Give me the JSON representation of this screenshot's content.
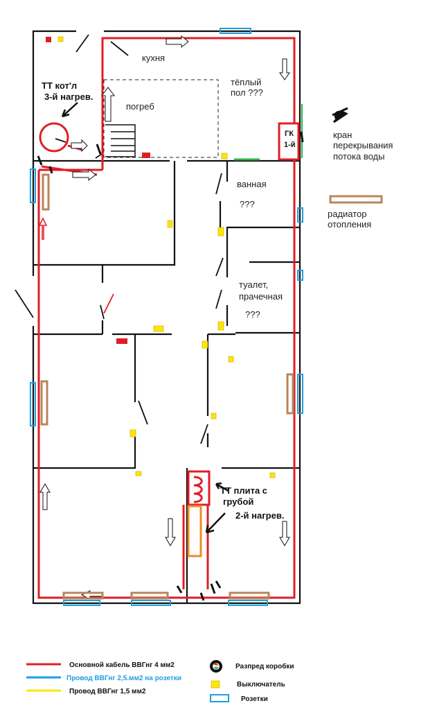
{
  "rooms": {
    "kitchen": "кухня",
    "cellar": "погреб",
    "floor_line1": "тёплый",
    "floor_line2": "пол ???",
    "bath_line1": "ванная",
    "bath_line2": "???",
    "toilet_line1": "туалет,",
    "toilet_line2": "прачечная",
    "toilet_line3": "???"
  },
  "boiler": {
    "line1": "ТТ кот'л",
    "line2": "3-й нагрев."
  },
  "gk": {
    "line1": "ГК",
    "line2": "1-й"
  },
  "stove": {
    "line1": "ТТ плита с",
    "line2": "грубой",
    "line3": "2-й нагрев."
  },
  "side_legend": {
    "valve_line1": "кран",
    "valve_line2": "перекрывания",
    "valve_line3": "потока воды",
    "radiator_line1": "радиатор",
    "radiator_line2": "отопления"
  },
  "legend": {
    "main_cable": "Основной кабель ВВГнг 4 мм2",
    "socket_wire": "Провод ВВГнг 2,5.мм2 на розетки",
    "switch_wire": "Провод ВВГнг 1,5 мм2",
    "junction": "Разпред коробки",
    "switch": "Выключатель",
    "socket": "Розетки"
  },
  "colors": {
    "main_cable": "#e01e25",
    "socket_wire": "#1e9fe0",
    "switch_wire": "#ffe600",
    "radiator": "#b98559",
    "stove": "#f08a24",
    "valve_pipe": "#2bb24c"
  }
}
